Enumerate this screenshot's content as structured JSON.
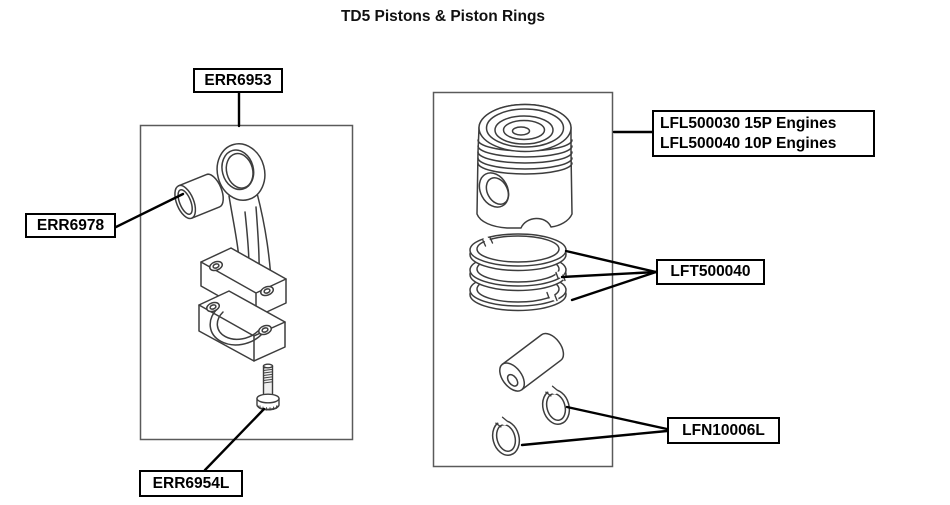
{
  "title": "TD5 Pistons & Piston Rings",
  "colors": {
    "background": "#ffffff",
    "line_art": "#3d3d3d",
    "frame_border": "#5a5a5a",
    "label_border": "#000000",
    "label_text": "#000000",
    "leader_line": "#000000"
  },
  "labels": {
    "conrod": "ERR6953",
    "small_end_bush": "ERR6978",
    "conrod_bolt": "ERR6954L",
    "piston_line1": "LFL500030 15P Engines",
    "piston_line2": "LFL500040 10P Engines",
    "piston_rings": "LFT500040",
    "circlips": "LFN10006L"
  }
}
